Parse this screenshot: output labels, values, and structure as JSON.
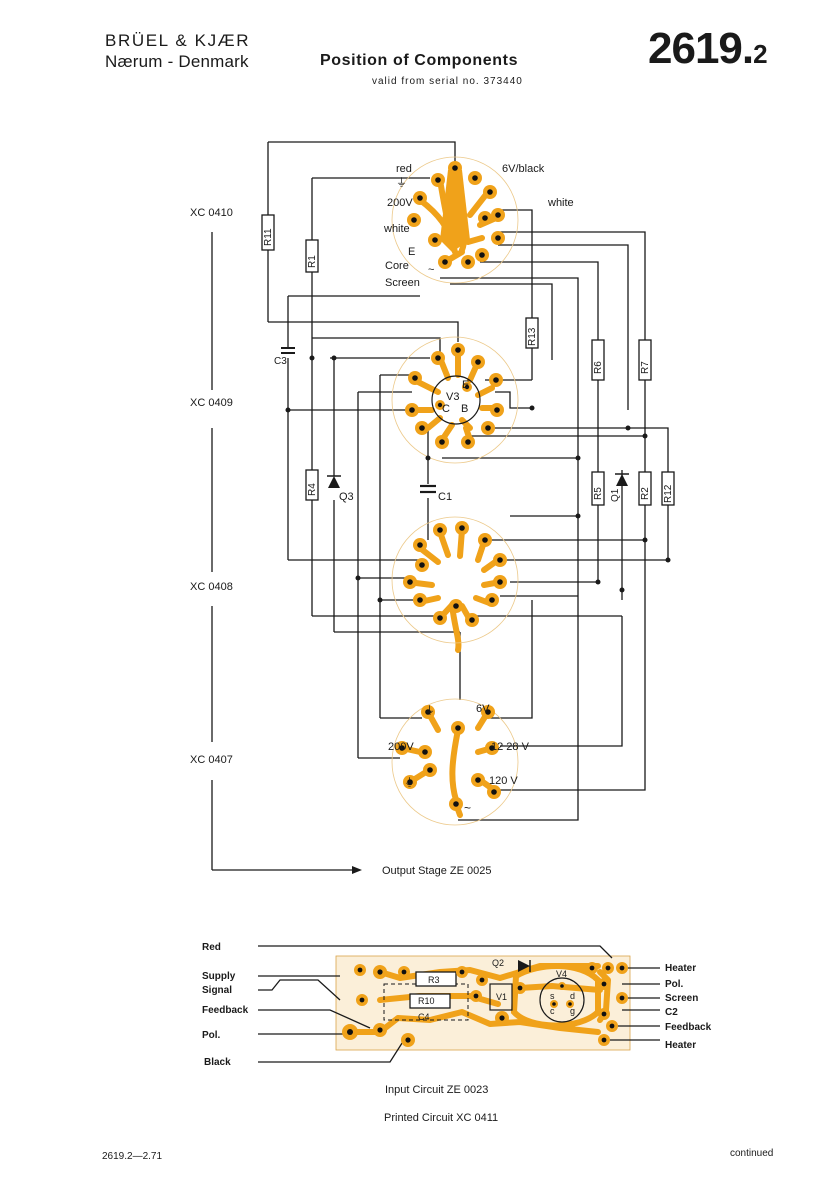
{
  "header": {
    "company_line1": "BRÜEL & KJÆR",
    "company_line2": "Nærum - Denmark",
    "title": "Position of Components",
    "subtitle": "valid from serial no. 373440",
    "doc_number": "2619.",
    "doc_suffix": "2"
  },
  "sockets": {
    "xc0410": "XC 0410",
    "xc0409": "XC 0409",
    "xc0408": "XC 0408",
    "xc0407": "XC 0407"
  },
  "socket_labels": {
    "red": "red",
    "six_v_black": "6V/black",
    "white_right": "white",
    "two_hundred_v_top": "200V",
    "white_left": "white",
    "e_top": "E",
    "core": "Core",
    "screen": "Screen",
    "tilde_top": "~",
    "v3": "V3",
    "e_v3": "E",
    "c_v3": "C",
    "b_v3": "B",
    "six_v": "6V",
    "two_hundred_v_bottom": "200V",
    "twelve_28v": "12 28 V",
    "one_twenty_v": "120 V",
    "tilde_bottom": "~"
  },
  "components": {
    "r11": "R11",
    "r1": "R1",
    "r13": "R13",
    "r6": "R6",
    "r7": "R7",
    "c3": "C3",
    "r4": "R4",
    "q3": "Q3",
    "c1": "C1",
    "r5": "R5",
    "q1": "Q1",
    "r2": "R2",
    "r12": "R12"
  },
  "output_stage_caption": "Output Stage  ZE 0025",
  "input_circuit": {
    "left_labels": {
      "red": "Red",
      "supply": "Supply",
      "signal": "Signal",
      "feedback": "Feedback",
      "pol": "Pol.",
      "black": "Black"
    },
    "right_labels": {
      "heater_top": "Heater",
      "pol": "Pol.",
      "screen": "Screen",
      "c2": "C2",
      "feedback": "Feedback",
      "heater_bottom": "Heater"
    },
    "board_labels": {
      "r3": "R3",
      "r10": "R10",
      "c4": "C4",
      "q2": "Q2",
      "v1": "V1",
      "v4": "V4",
      "s": "s",
      "d": "d",
      "c": "c",
      "g": "g"
    }
  },
  "captions": {
    "input_circuit": "Input Circuit  ZE 0023",
    "printed_circuit": "Printed Circuit  XC 0411"
  },
  "footer": {
    "left": "2619.2—2.71",
    "right": "continued"
  },
  "colors": {
    "trace": "#f0a21a",
    "board": "#fbefd9",
    "wire": "#1a1a1a"
  }
}
